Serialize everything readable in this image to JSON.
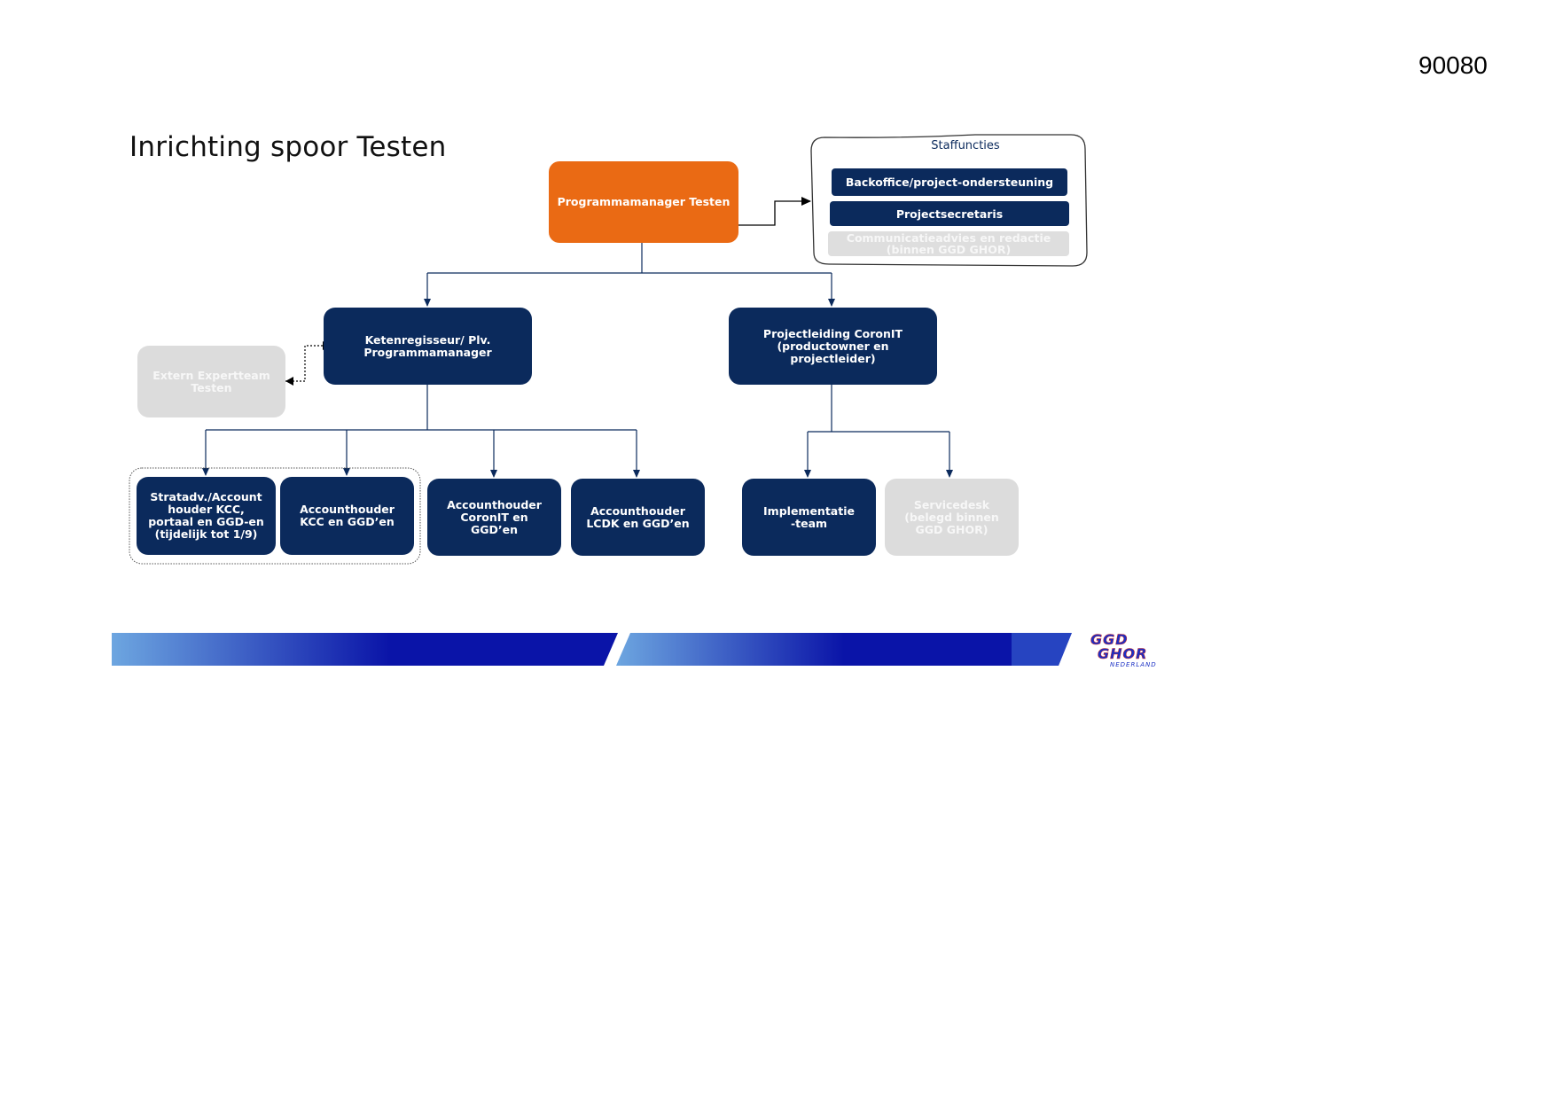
{
  "doc_number": "90080",
  "title": "Inrichting spoor Testen",
  "staff": {
    "label": "Staffuncties",
    "items": [
      "Backoffice/project-ondersteuning",
      "Projectsecretaris",
      "Communicatieadvies en redactie\n(binnen GGD GHOR)"
    ]
  },
  "nodes": {
    "pm": "Programmamanager Testen",
    "keten": "Ketenregisseur/ Plv.\nProgrammamanager",
    "projectleiding": "Projectleiding CoronIT\n(productowner en\nprojectleider)",
    "extern": "Extern Expertteam\nTesten",
    "stratadv": "Stratadv./Account\nhouder KCC,\nportaal en GGD-en\n(tijdelijk tot 1/9)",
    "acc_kcc": "Accounthouder\nKCC en GGD’en",
    "acc_coronit": "Accounthouder\nCoronIT en\nGGD’en",
    "acc_lcdk": "Accounthouder\nLCDK en GGD’en",
    "implementatie": "Implementatie\n-team",
    "servicedesk": "Servicedesk\n(belegd binnen\nGGD GHOR)"
  },
  "logo": {
    "line1": "GGD",
    "line2": "GHOR",
    "sub": "NEDERLAND"
  },
  "colors": {
    "navy": "#0b2a5c",
    "orange": "#ea6a14",
    "grey": "#dcdcdc"
  }
}
